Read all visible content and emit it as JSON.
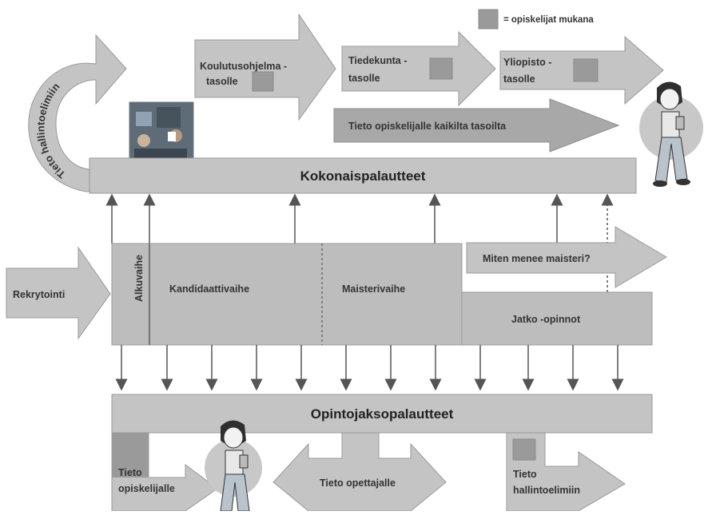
{
  "legend": {
    "text": "= opiskelijat mukana"
  },
  "top_arrows": {
    "tieto_hallintoelimiin": "Tieto hallintoelimiin",
    "koulutusohjelma_line1": "Koulutusohjelma -",
    "koulutusohjelma_line2": "tasolle",
    "tiedekunta_line1": "Tiedekunta -",
    "tiedekunta_line2": "tasolle",
    "yliopisto_line1": "Yliopisto -",
    "yliopisto_line2": "tasolle",
    "tieto_opiskelijalle_kaikilta": "Tieto opiskelijalle kaikilta tasoilta"
  },
  "kokonaispalautteet": "Kokonaispalautteet",
  "phases": {
    "rekrytointi": "Rekrytointi",
    "alkuvaihe": "Alkuvaihe",
    "kandidaattivaihe": "Kandidaattivaihe",
    "maisterivaihe": "Maisterivaihe",
    "miten_menee_maisteri": "Miten menee maisteri?",
    "jatko_opinnot": "Jatko -opinnot"
  },
  "opintojaksopalautteet": "Opintojaksopalautteet",
  "bottom": {
    "tieto_opiskelijalle_line1": "Tieto",
    "tieto_opiskelijalle_line2": "opiskelijalle",
    "tieto_opettajalle": "Tieto opettajalle",
    "tieto_hallintoelimiin_line1": "Tieto",
    "tieto_hallintoelimiin_line2": "hallintoelimiin"
  },
  "colors": {
    "box_fill": "#bdbdbd",
    "box_stroke": "#9a9a9a",
    "arrow_fill": "#c4c4c4",
    "dark_arrow": "#a8a8a8",
    "legend_square": "#9a9a9a",
    "line": "#555555"
  }
}
